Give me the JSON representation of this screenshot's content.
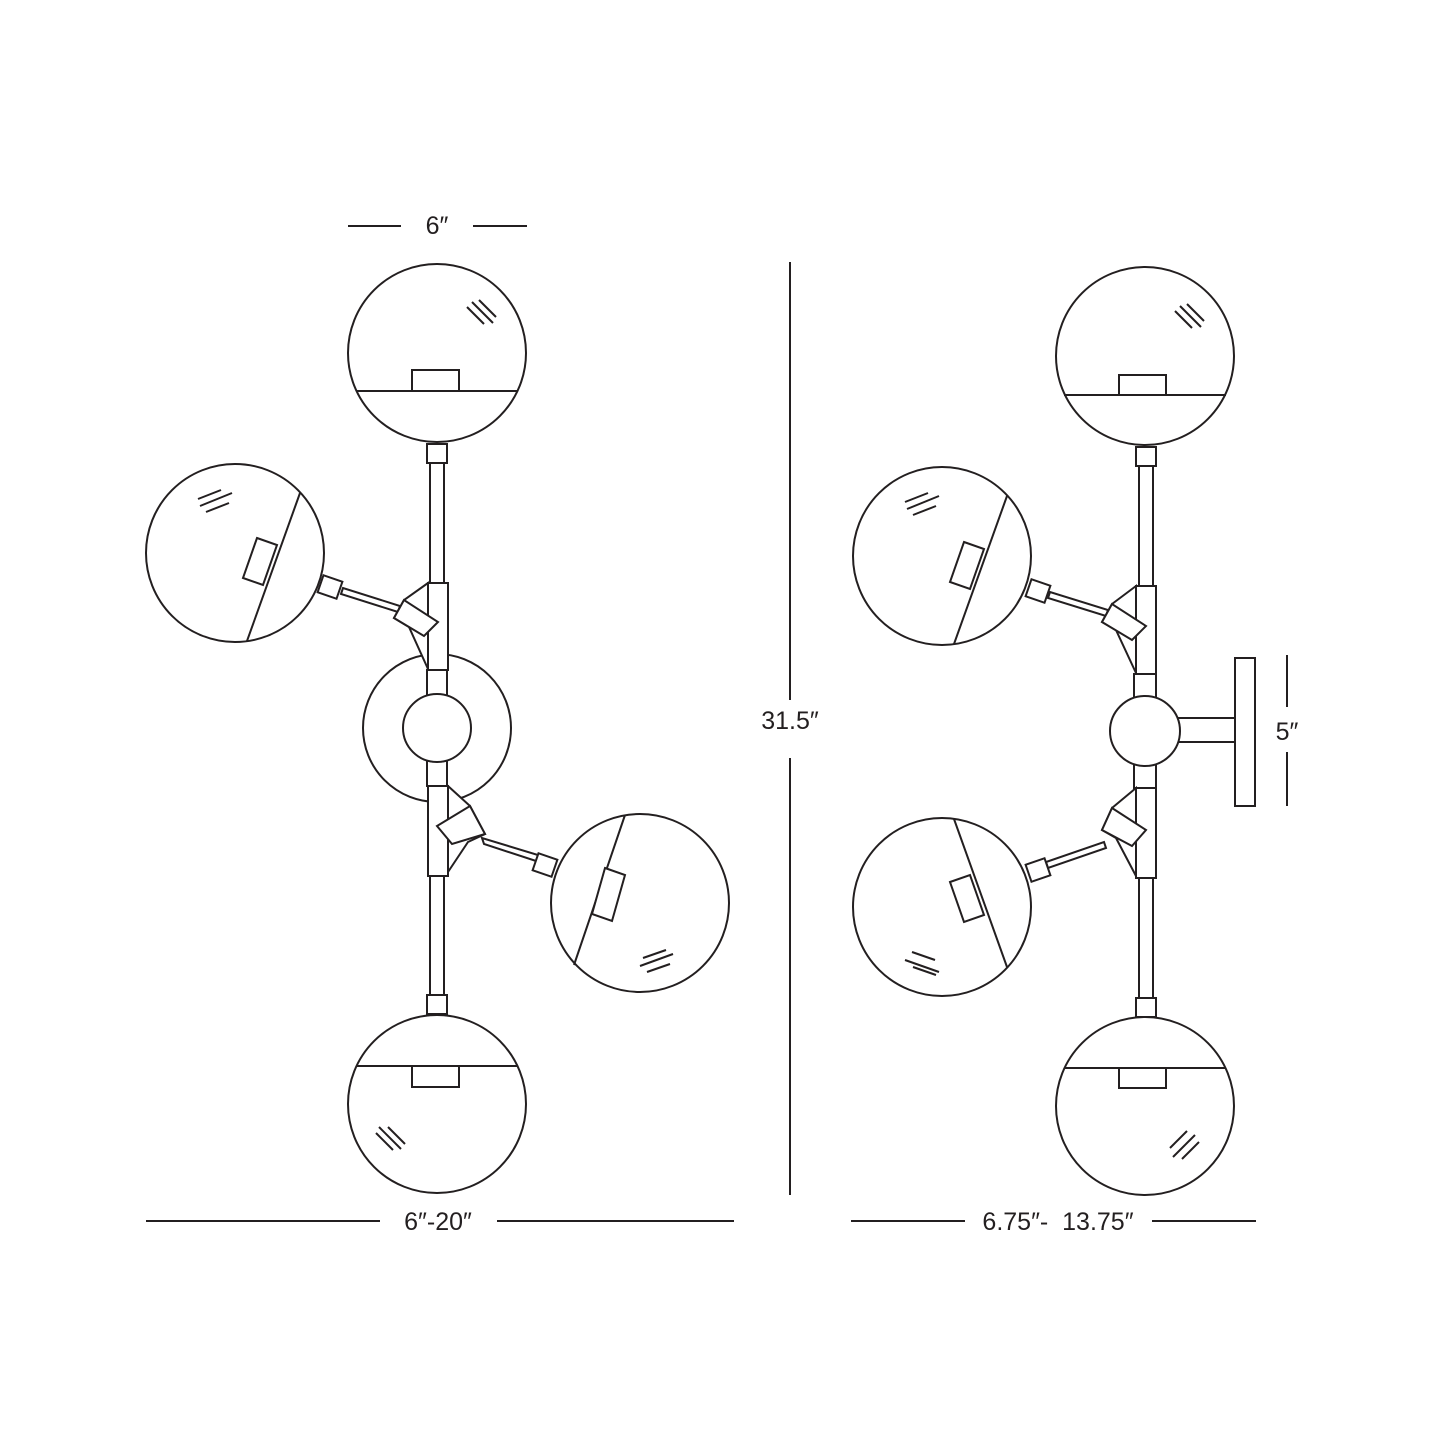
{
  "colors": {
    "ink": "#231f20",
    "background": "#ffffff"
  },
  "front_view": {
    "globe_width": "6″",
    "overall_width": "6″-20″"
  },
  "overall_height": "31.5″",
  "side_view": {
    "backplate_height": "5″",
    "projection": "6.75″-  13.75″"
  }
}
